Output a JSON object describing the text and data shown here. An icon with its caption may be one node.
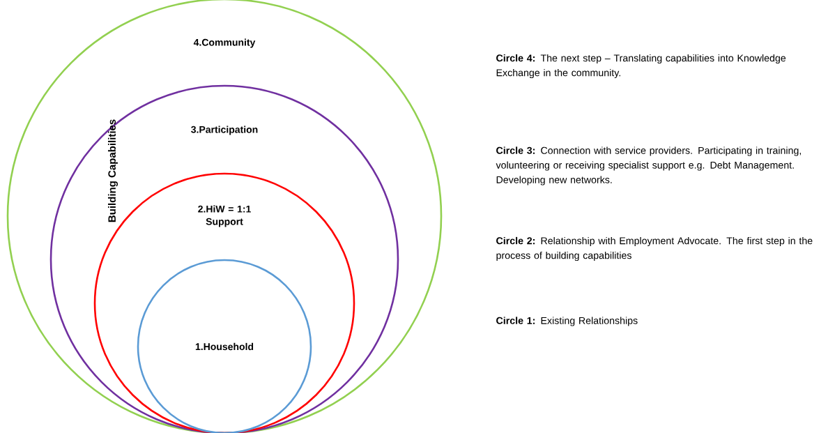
{
  "diagram": {
    "nodes": [
      {
        "text": [
          "4.Community"
        ]
      },
      {
        "text": [
          "3.Participation"
        ],
        "in": 0
      },
      {
        "text": [
          "2.HiW = 1:1 Support"
        ],
        "in": 1
      },
      {
        "text": [
          "1.Household"
        ],
        "in": 2
      }
    ],
    "labels": [
      "Building Capabilities",
      "**Circle 4:** The next step – Translating capabilities into Knowledge Exchange in the community.",
      "**Circle 3:** Connection with service providers. Participating in training, volunteering or receiving specialist support e.g. Debt Management. Developing new networks.",
      "**Circle 2:** Relationship with Employment Advocate. The first step in the process of building capabilities",
      "**Circle 1:** Existing Relationships"
    ]
  }
}
